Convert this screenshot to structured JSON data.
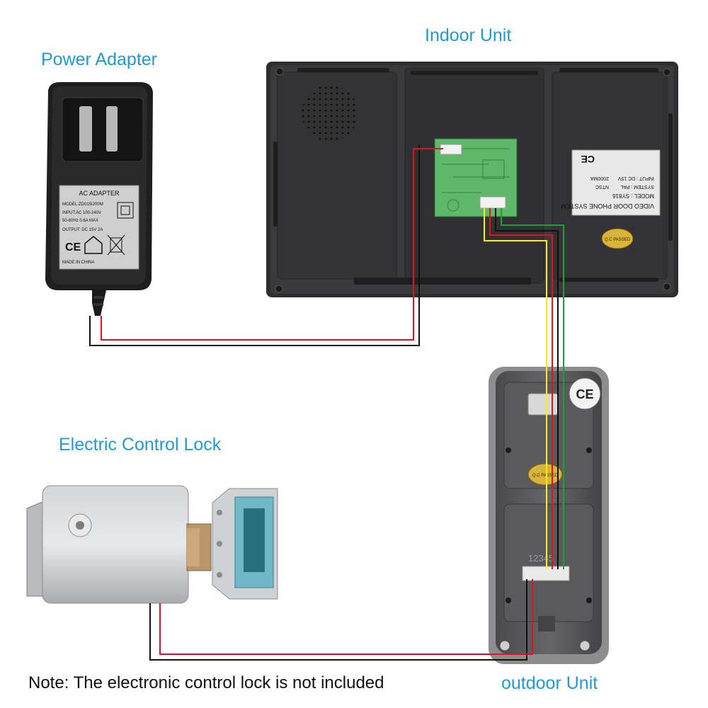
{
  "labels": {
    "indoor_unit": "Indoor Unit",
    "power_adapter": "Power Adapter",
    "electric_lock": "Electric Control Lock",
    "outdoor_unit": "outdoor Unit"
  },
  "note": "Note:  The electronic control lock is not included",
  "adapter_text": {
    "title": "AC ADAPTER",
    "model": "MODEL:ZD015I200M",
    "input1": "INPUT:AC 100-240V",
    "input2": "50-60Hz 0.6A MAX",
    "output": "OUTPUT: DC 15V 2A",
    "made": "MADE IN CHINA",
    "ce": "CE"
  },
  "indoor_sticker": {
    "title": "VIDEO DOOR PHONE SYSTEM",
    "model": "MODEL : SY816",
    "system": "SYSTEM : PAL",
    "ntsc": "NTSC",
    "input": "INPUT : DC 15V",
    "current": "2000MA",
    "ce": "CE"
  },
  "qc_badge": "Q.C PASSED",
  "outdoor_ce": "CE",
  "outdoor_terminal": "12345",
  "colors": {
    "label_blue": "#1f9ad6",
    "wire_red": "#e0141e",
    "wire_black": "#111111",
    "wire_yellow": "#ffee00",
    "wire_green": "#1aa03c",
    "wire_white": "#d8d8d8"
  },
  "icons": [
    "plug-icon",
    "ce-mark-icon",
    "house-icon",
    "weee-bin-icon",
    "qc-badge-icon"
  ]
}
